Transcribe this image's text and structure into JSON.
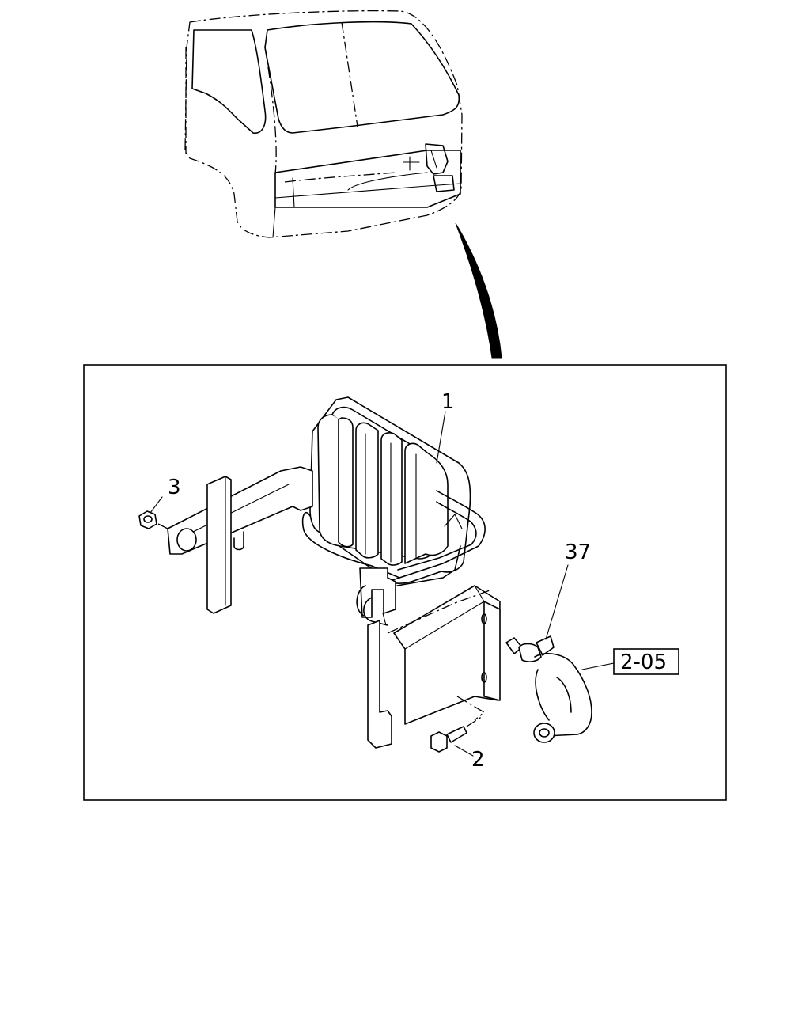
{
  "callouts": {
    "part_1": "1",
    "part_2": "2",
    "part_3": "3",
    "part_37": "37",
    "ref_box": "2-05"
  },
  "colors": {
    "line": "#000000",
    "background": "#ffffff"
  }
}
